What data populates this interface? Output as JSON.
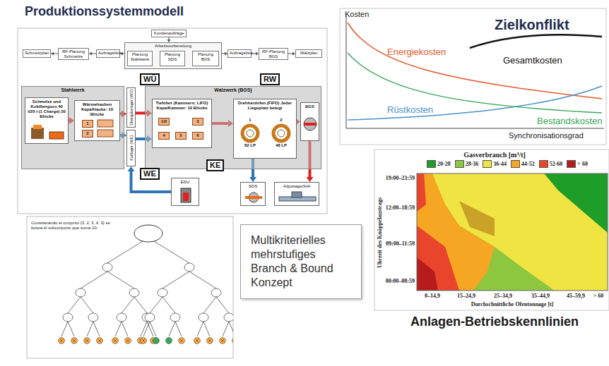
{
  "diagram": {
    "nodes": [
      {
        "text": [
          "Kundenaufträge"
        ]
      },
      {
        "text": [
          "Arbeitsvorbereitung"
        ]
      },
      {
        "text": [
          "Planung Stahlwerk"
        ],
        "in": 1
      },
      {
        "text": [
          "Planung SDS"
        ],
        "in": 1
      },
      {
        "text": [
          "Planung BGS"
        ],
        "in": 1
      },
      {
        "text": [
          "Schmelzplan"
        ]
      },
      {
        "text": [
          "RF-Planung Schmelze"
        ]
      },
      {
        "text": [
          "Auftragsliste"
        ]
      },
      {
        "text": [
          "Auftragsliste"
        ]
      },
      {
        "text": [
          "RF-Planung BGS"
        ]
      },
      {
        "text": [
          "Walzplan"
        ]
      },
      {
        "text": [
          "Stahlwerk"
        ]
      },
      {
        "text": [
          "Schmelze und Kokillenguss 40 t/20 t (1 Charge) 20 Blöcke"
        ],
        "in": 11
      },
      {
        "text": [
          "Wärmehauben Kapa/Haube: 10 Blöcke"
        ],
        "in": 11
      },
      {
        "text": [
          "Übergabelager (WÜ)"
        ]
      },
      {
        "text": [
          "Kaltlager (WE)"
        ]
      },
      {
        "text": [
          "Walzwerk (BGS)"
        ]
      },
      {
        "text": [
          "Tieföfen (Kammern; LIFO) Kapa/Kammer: 10 Blöcke"
        ],
        "in": 16
      },
      {
        "text": [
          "Drehherdöfen (FIFO) Jeder Liegeplatz belegt"
        ],
        "in": 16
      },
      {
        "text": [
          "BGS"
        ],
        "in": 16
      },
      {
        "text": [
          "ESU"
        ]
      },
      {
        "text": [
          "SDS"
        ]
      },
      {
        "text": [
          "Adjustage/IHA"
        ]
      },
      {
        "text": [
          "Multikriterielles mehrstufiges Branch & Bound Konzept"
        ]
      }
    ],
    "edges": [
      {
        "from": 0,
        "to": 1,
        "arrow": "to"
      },
      {
        "from": 1,
        "to": 7,
        "arrow": "to"
      },
      {
        "from": 7,
        "to": 6,
        "arrow": "to"
      },
      {
        "from": 6,
        "to": 5,
        "arrow": "to"
      },
      {
        "from": 1,
        "to": 8,
        "arrow": "to"
      },
      {
        "from": 8,
        "to": 9,
        "arrow": "to"
      },
      {
        "from": 9,
        "to": 10,
        "arrow": "to"
      },
      {
        "from": 12,
        "to": 13,
        "arrow": "to"
      },
      {
        "from": 13,
        "to": 14,
        "arrow": "to"
      },
      {
        "from": 14,
        "to": 17,
        "arrow": "to"
      },
      {
        "from": 17,
        "to": 18,
        "arrow": "to"
      },
      {
        "from": 18,
        "to": 19,
        "arrow": "to"
      },
      {
        "from": 13,
        "to": 15,
        "arrow": "to"
      },
      {
        "from": 20,
        "to": 15,
        "arrow": "to"
      },
      {
        "from": 15,
        "to": 17,
        "arrow": "to"
      },
      {
        "from": 19,
        "to": 22,
        "arrow": "to"
      },
      {
        "from": 18,
        "to": 21,
        "arrow": "to"
      }
    ],
    "labels": [
      "Produktionssystemmodell",
      "WÜ",
      "RW",
      "WE",
      "KE",
      "1",
      "2",
      "1/2",
      "3",
      "4",
      "5",
      "6",
      "1",
      "2",
      "62 LP",
      "48 LP",
      "Considerando el conjunto {3, 2, 3, 4, 3} se busca el subconjunto que suma 10:",
      "Kosten",
      "Zielkonflikt",
      "Energiekosten",
      "Gesamtkosten",
      "Rüstkosten",
      "Bestandskosten",
      "Synchronisationsgrad",
      "Gasverbrauch [m³/t]",
      "Uhrzeit des Knüppelaustrags",
      "19:00–23:59",
      "12:00–18:59",
      "09:00–11:59",
      "00:00–08:59",
      "0–14,9",
      "15–24,9",
      "25–34,9",
      "35–44,9",
      "45–59,9",
      "> 60",
      "Durchschnittliche Ofentonnage [t]",
      "Anlagen-Betriebskennlinien"
    ],
    "legend": [
      {
        "text": "20-28",
        "color": "#1e9e28"
      },
      {
        "text": "28-36",
        "color": "#8dc63f"
      },
      {
        "text": "36-44",
        "color": "#f0e442"
      },
      {
        "text": "44-52",
        "color": "#f5a623"
      },
      {
        "text": "52-60",
        "color": "#e8452c"
      },
      {
        "text": "> 60",
        "color": "#b71c1c"
      }
    ]
  }
}
